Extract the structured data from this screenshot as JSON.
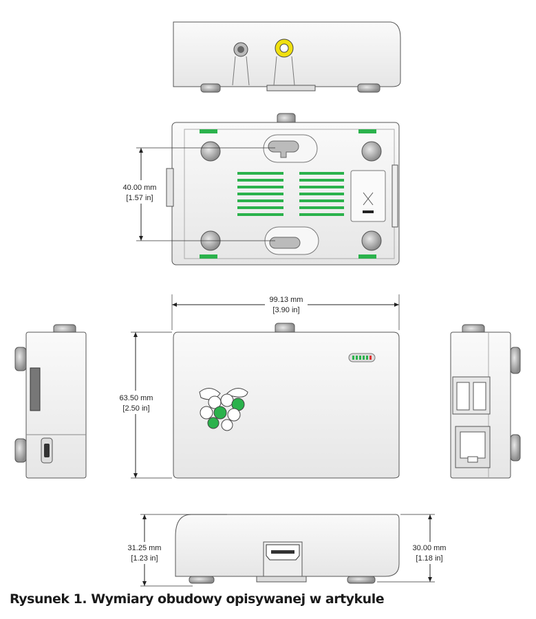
{
  "dimensions": {
    "depth": {
      "mm": "40.00 mm",
      "in": "[1.57 in]"
    },
    "width": {
      "mm": "99.13 mm",
      "in": "[3.90 in]"
    },
    "length": {
      "mm": "63.50 mm",
      "in": "[2.50 in]"
    },
    "height_max": {
      "mm": "31.25 mm",
      "in": "[1.23 in]"
    },
    "height_body": {
      "mm": "30.00 mm",
      "in": "[1.18 in]"
    }
  },
  "caption": "Rysunek 1. Wymiary obudowy opisywanej w artykule",
  "colors": {
    "accent_green": "#2bb24c",
    "rca_yellow": "#f0e010",
    "case_body": "#f2f2f2",
    "outline": "#555555"
  }
}
